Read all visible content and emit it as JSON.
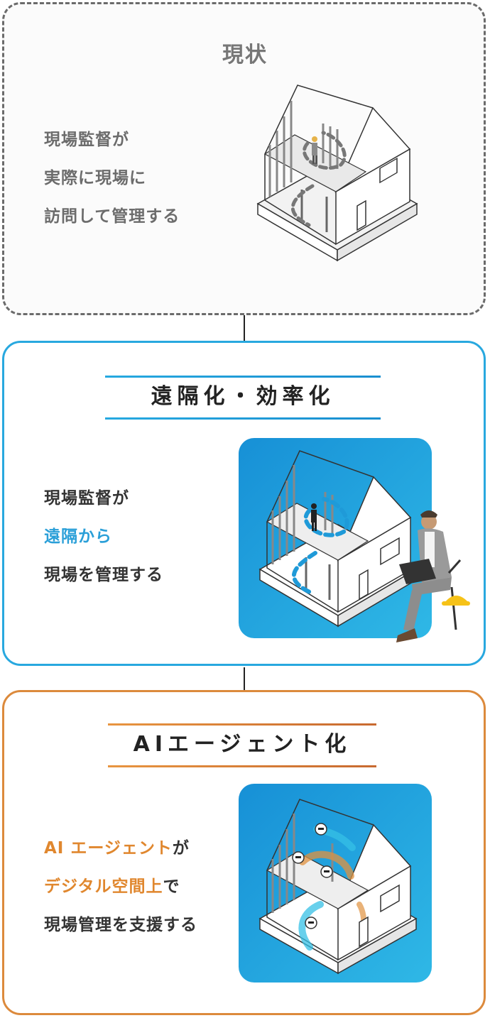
{
  "current": {
    "title": "現状",
    "lines": [
      "現場監督が",
      "実際に現場に",
      "訪問して管理する"
    ]
  },
  "remote": {
    "title": "遠隔化・効率化",
    "line1": "現場監督が",
    "line2_highlight": "遠隔から",
    "line3": "現場を管理する"
  },
  "agent": {
    "title": "AIエージェント化",
    "line1_highlight": "AI エージェント",
    "line1_rest": "が",
    "line2_highlight": "デジタル空間上",
    "line2_rest": "で",
    "line3": "現場管理を支援する"
  },
  "colors": {
    "current_border": "#6b6b6b",
    "remote_accent": "#28a8df",
    "agent_accent": "#dc8a3c",
    "illustration_bg": "#1e9bdb"
  }
}
